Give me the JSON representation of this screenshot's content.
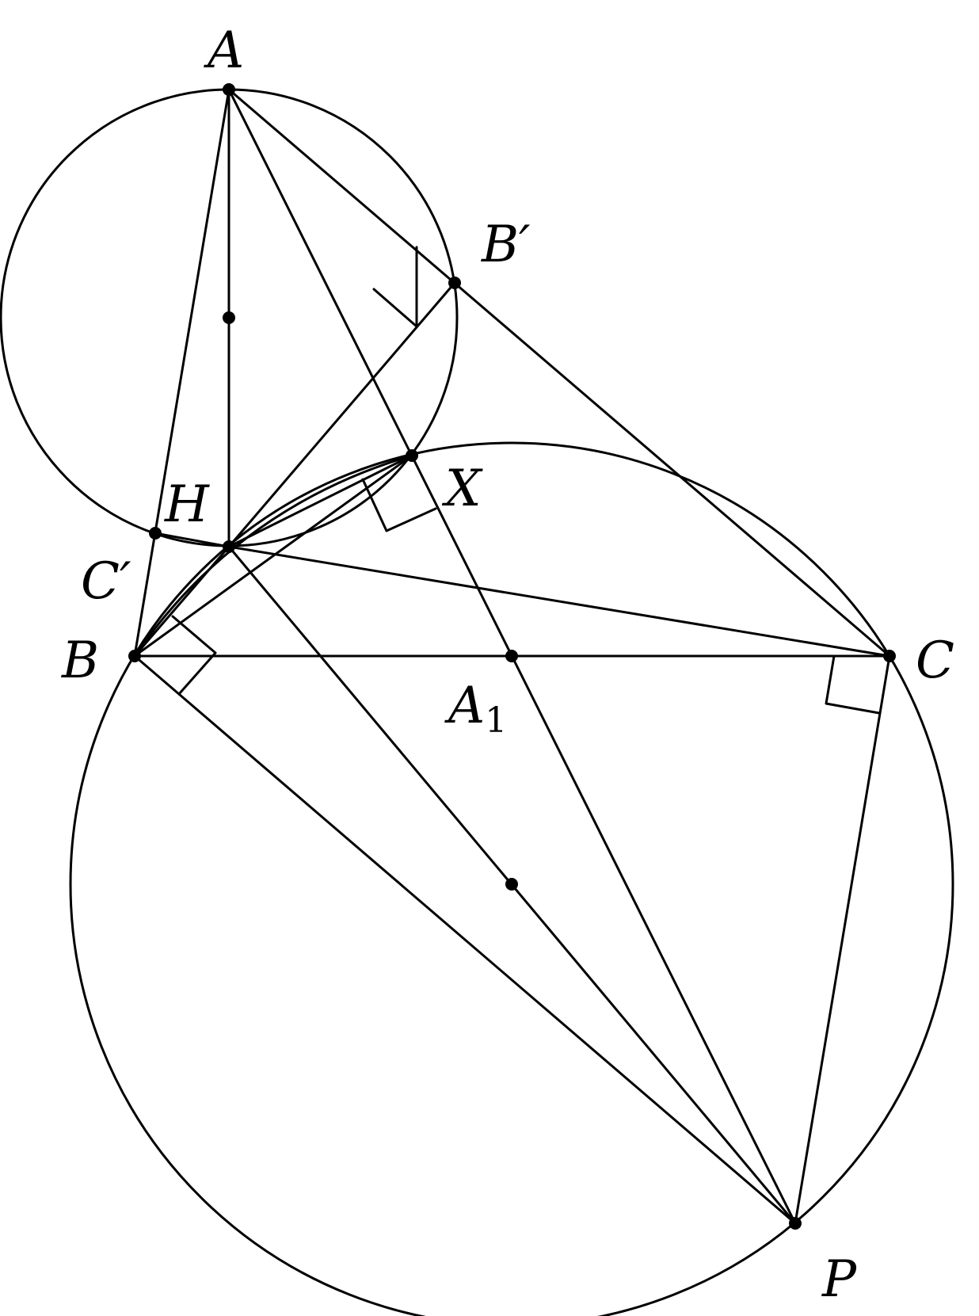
{
  "points": [
    {
      "id": "A",
      "label": "A",
      "sub": "",
      "prime": false
    },
    {
      "id": "B",
      "label": "B",
      "sub": "",
      "prime": false
    },
    {
      "id": "C",
      "label": "C",
      "sub": "",
      "prime": false
    },
    {
      "id": "H",
      "label": "H",
      "sub": "",
      "prime": false
    },
    {
      "id": "X",
      "label": "X",
      "sub": "",
      "prime": false
    },
    {
      "id": "Bp",
      "label": "B",
      "sub": "",
      "prime": true
    },
    {
      "id": "Cp",
      "label": "C",
      "sub": "",
      "prime": true
    },
    {
      "id": "A1",
      "label": "A",
      "sub": "1",
      "prime": false
    },
    {
      "id": "P",
      "label": "P",
      "sub": "",
      "prime": false
    }
  ],
  "unlabeled_points": [
    "circle-AH-center",
    "circle-BHCP-center"
  ],
  "segments": [
    [
      "A",
      "B"
    ],
    [
      "A",
      "C"
    ],
    [
      "A",
      "H"
    ],
    [
      "A",
      "P"
    ],
    [
      "B",
      "C"
    ],
    [
      "B",
      "P"
    ],
    [
      "C",
      "P"
    ],
    [
      "H",
      "P"
    ],
    [
      "H",
      "C"
    ],
    [
      "H",
      "Bp"
    ],
    [
      "H",
      "X"
    ],
    [
      "B",
      "X"
    ],
    [
      "B",
      "H"
    ],
    [
      "Cp",
      "H"
    ]
  ],
  "circles": [
    "circle-on-diameter-AH",
    "circle-through-B-C-P-H-X"
  ],
  "right_angles": [
    "A-Bp-H",
    "H-X-P",
    "B-H-P",
    "B-C-P"
  ]
}
